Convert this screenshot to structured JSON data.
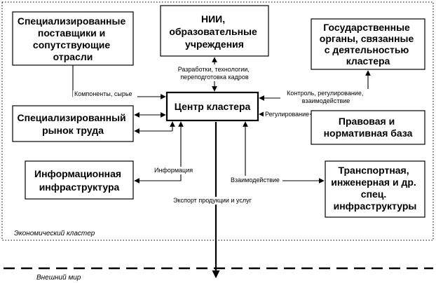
{
  "center": "Центр кластера",
  "boxes": {
    "suppliers": [
      "Специализированные",
      "поставщики и",
      "сопутствующие",
      "отрасли"
    ],
    "research": [
      "НИИ,",
      "образовательные",
      "учреждения"
    ],
    "government": [
      "Государственные",
      "органы, связанные",
      "с деятельностью",
      "кластера"
    ],
    "labor": [
      "Специализированный",
      "рынок труда"
    ],
    "legal": [
      "Правовая и",
      "нормативная база"
    ],
    "info": [
      "Информационная",
      "инфраструктура"
    ],
    "transport": [
      "Транспортная,",
      "инженерная и др.",
      "спец.",
      "инфраструктуры"
    ]
  },
  "labels": {
    "components": "Компоненты, сырье",
    "research": [
      "Разработки, технологии,",
      "переподготовка кадров"
    ],
    "control": [
      "Контроль, регулирование,",
      "взаимодействие"
    ],
    "regulation": "Регулирование",
    "information": "Информация",
    "interaction": "Взаимодействие",
    "export": "Экспорт продукции и услуг"
  },
  "regions": {
    "cluster": "Экономический кластер",
    "outer": "Внешний мир"
  }
}
